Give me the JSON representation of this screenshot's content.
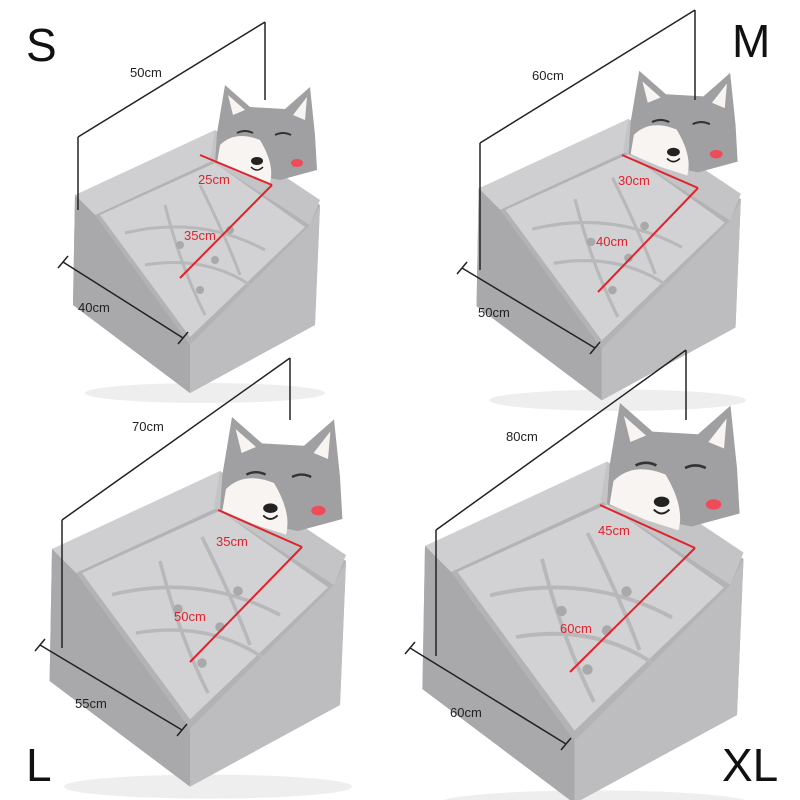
{
  "colors": {
    "fur_light": "#c9c9cb",
    "fur_mid": "#a7a7aa",
    "fur_dark": "#8b8b8e",
    "face_white": "#f7f4f1",
    "cheek": "#ee4c58",
    "measure_line": "#222222",
    "measure_red": "#e0232c"
  },
  "panels": [
    {
      "size": "S",
      "height": "50cm",
      "length": "40cm",
      "inner_width": "25cm",
      "inner_length": "35cm"
    },
    {
      "size": "M",
      "height": "60cm",
      "length": "50cm",
      "inner_width": "30cm",
      "inner_length": "40cm"
    },
    {
      "size": "L",
      "height": "70cm",
      "length": "55cm",
      "inner_width": "35cm",
      "inner_length": "50cm"
    },
    {
      "size": "XL",
      "height": "80cm",
      "length": "60cm",
      "inner_width": "45cm",
      "inner_length": "60cm"
    }
  ]
}
